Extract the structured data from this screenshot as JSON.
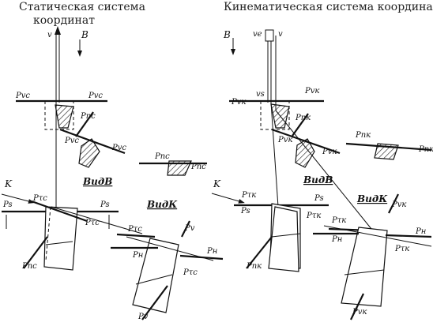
{
  "titles": {
    "static": "Статическая система координат",
    "static_line1": "Статическая система",
    "static_line2": "координат",
    "kinematic": "Кинематическая система координат"
  },
  "left": {
    "v": "v",
    "B": "B",
    "Pvc_left": "Pvc",
    "Pvc_right": "Pvc",
    "Pnc_tilt": "Pnc",
    "Pvc_diag1": "Pvc",
    "Pvc_diag2": "Pvc",
    "Pnc_viewK": "Pnc",
    "Pnc_viewK_right": "Pnc",
    "vidB": "ВидВ",
    "vidK": "ВидК",
    "K": "K",
    "Ps_left": "Ps",
    "Ps_right": "Ps",
    "Ptc_top": "Pτc",
    "Ptc_mid": "Pτc",
    "Ptc_right": "Pτc",
    "Pnc_bottom": "Pnc",
    "Pv": "Pv",
    "Pn": "Pн",
    "Pn2": "Pн",
    "Ptc_low": "Pτc",
    "Pv_bottom": "Pv"
  },
  "right": {
    "B": "B",
    "ve": "ve",
    "v": "v",
    "vs": "vs",
    "Pvk_left": "Pvк",
    "Pvk_right": "Pvк",
    "Pnk_tilt": "Pnк",
    "Pvk_diag1": "Pvк",
    "Pvk_diag2": "Pvк",
    "Pnk_viewK": "Pnк",
    "Pnk_viewK_right": "Pnк",
    "vidB": "ВидВ",
    "vidK": "ВидК",
    "K": "K",
    "Ptk_top": "Pτк",
    "Ps_left": "Ps",
    "Ps_mid": "Ps",
    "Ptk_mid": "Pτк",
    "Ptk_right": "Pτк",
    "Pvk_vert": "Pvк",
    "Pn": "Pн",
    "Pn2": "Pн",
    "Ptk_low": "Pτк",
    "Pnk_bottom": "Pnк",
    "Pvk_bottom": "Pvк"
  }
}
